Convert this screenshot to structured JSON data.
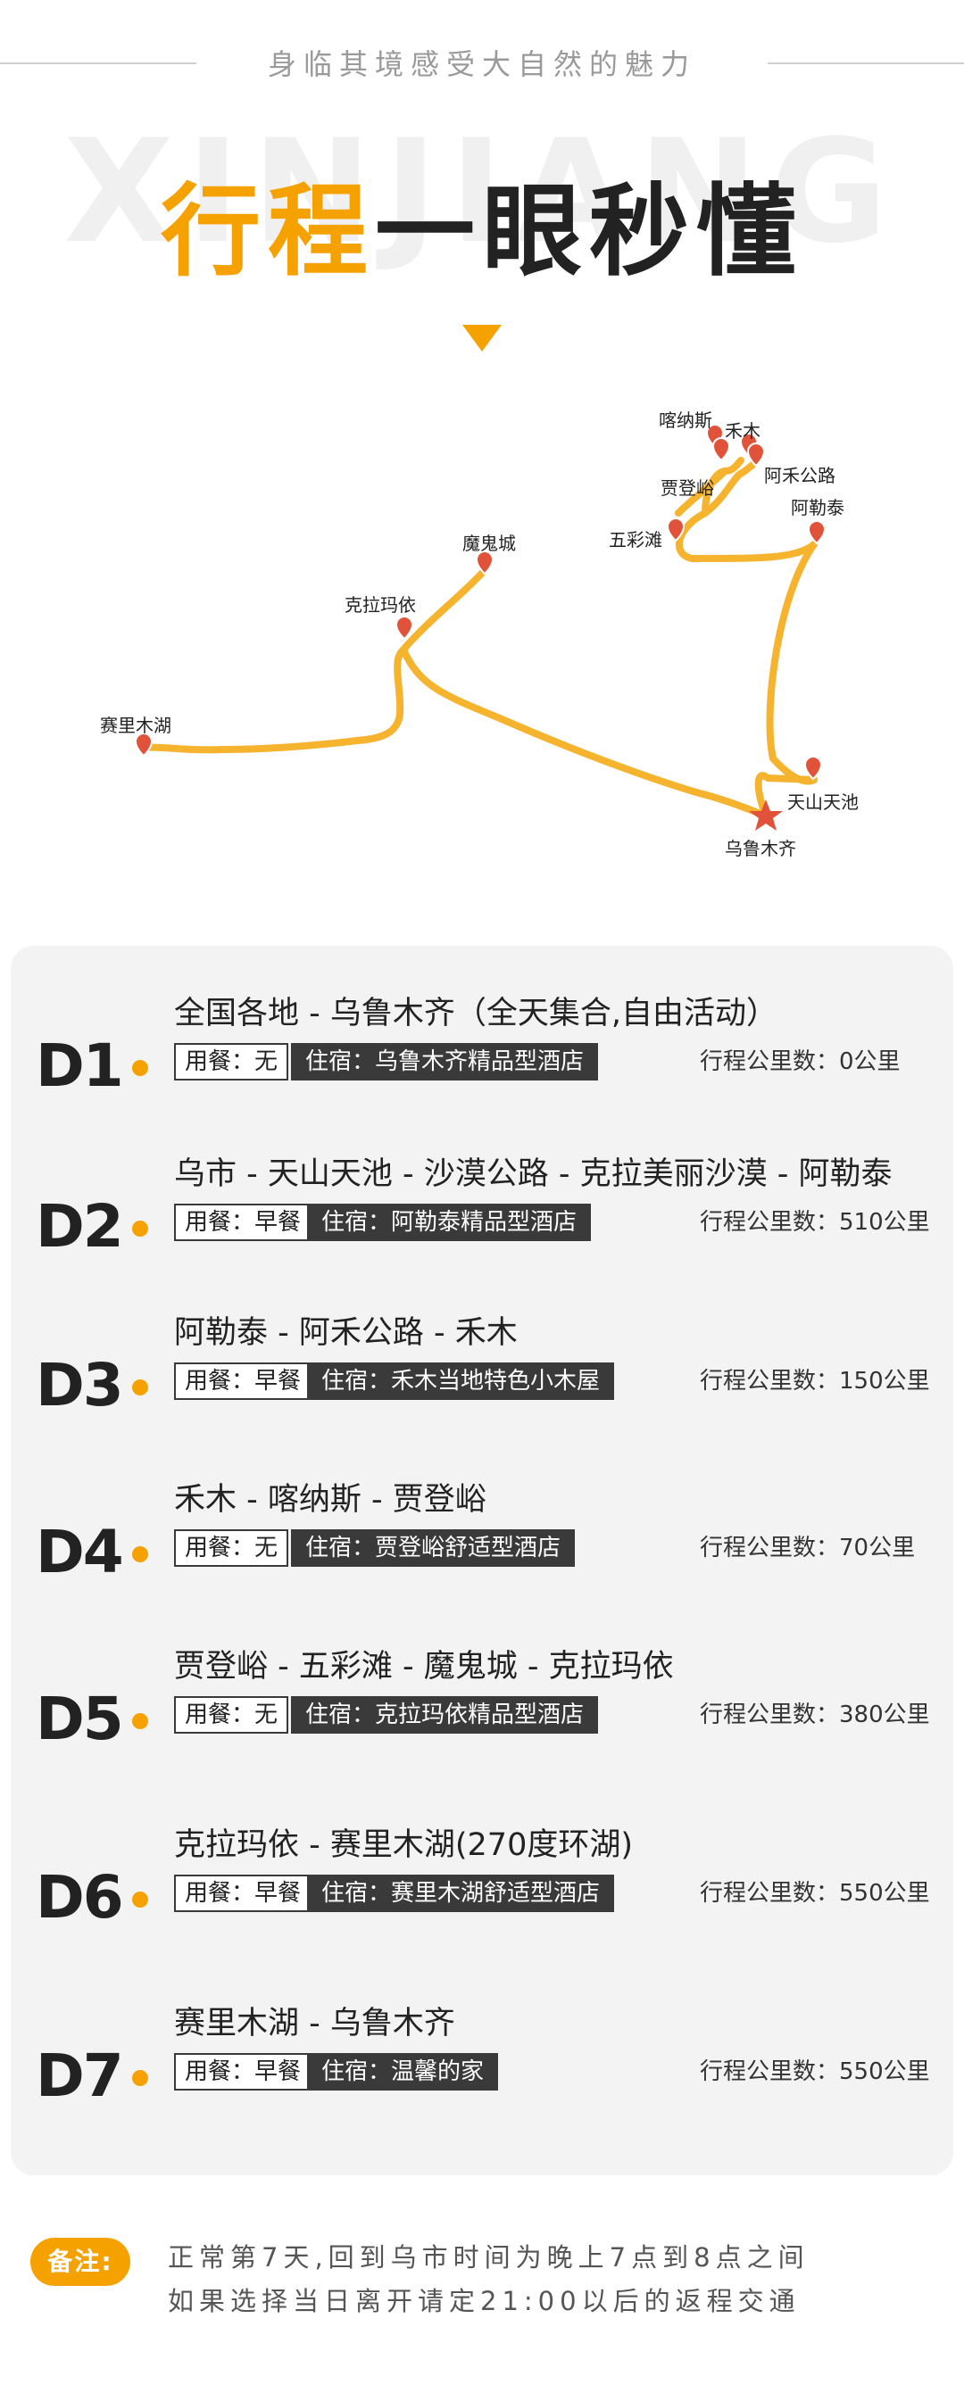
{
  "header": {
    "tagline": "身临其境感受大自然的魅力",
    "bg_word": "XINJIANG",
    "title_highlight": "行程",
    "title_rest": "一眼秒懂"
  },
  "map": {
    "places": {
      "kanas": "喀纳斯",
      "hemu": "禾木",
      "jiadengyu": "贾登峪",
      "ahe_road": "阿禾公路",
      "altay": "阿勒泰",
      "wucaitan": "五彩滩",
      "moguicheng": "魔鬼城",
      "karamay": "克拉玛依",
      "sayram": "赛里木湖",
      "tianchi": "天山天池",
      "urumqi": "乌鲁木齐"
    }
  },
  "itinerary": [
    {
      "day": "D1",
      "route": "全国各地 - 乌鲁木齐（全天集合,自由活动）",
      "meal": "用餐：无",
      "hotel": "住宿：乌鲁木齐精品型酒店",
      "distance": "行程公里数：0公里"
    },
    {
      "day": "D2",
      "route": "乌市 - 天山天池 - 沙漠公路 - 克拉美丽沙漠 - 阿勒泰",
      "meal": "用餐：早餐",
      "hotel": "住宿：阿勒泰精品型酒店",
      "distance": "行程公里数：510公里"
    },
    {
      "day": "D3",
      "route": "阿勒泰 - 阿禾公路 - 禾木",
      "meal": "用餐：早餐",
      "hotel": "住宿：禾木当地特色小木屋",
      "distance": "行程公里数：150公里"
    },
    {
      "day": "D4",
      "route": "禾木 - 喀纳斯 - 贾登峪",
      "meal": "用餐：无",
      "hotel": "住宿：贾登峪舒适型酒店",
      "distance": "行程公里数：70公里"
    },
    {
      "day": "D5",
      "route": "贾登峪 - 五彩滩 - 魔鬼城 - 克拉玛依",
      "meal": "用餐：无",
      "hotel": "住宿：克拉玛依精品型酒店",
      "distance": "行程公里数：380公里"
    },
    {
      "day": "D6",
      "route": "克拉玛依 - 赛里木湖(270度环湖)",
      "meal": "用餐：早餐",
      "hotel": "住宿：赛里木湖舒适型酒店",
      "distance": "行程公里数：550公里"
    },
    {
      "day": "D7",
      "route": "赛里木湖 - 乌鲁木齐",
      "meal": "用餐：早餐",
      "hotel": "住宿：温馨的家",
      "distance": "行程公里数：550公里"
    }
  ],
  "note": {
    "badge": "备注:",
    "line1": "正常第7天,回到乌市时间为晚上7点到8点之间",
    "line2": "如果选择当日离开请定21:00以后的返程交通"
  },
  "colors": {
    "accent": "#f5a200",
    "route_line": "#f5b32e",
    "pin": "#e0533a",
    "dark": "#222222"
  }
}
